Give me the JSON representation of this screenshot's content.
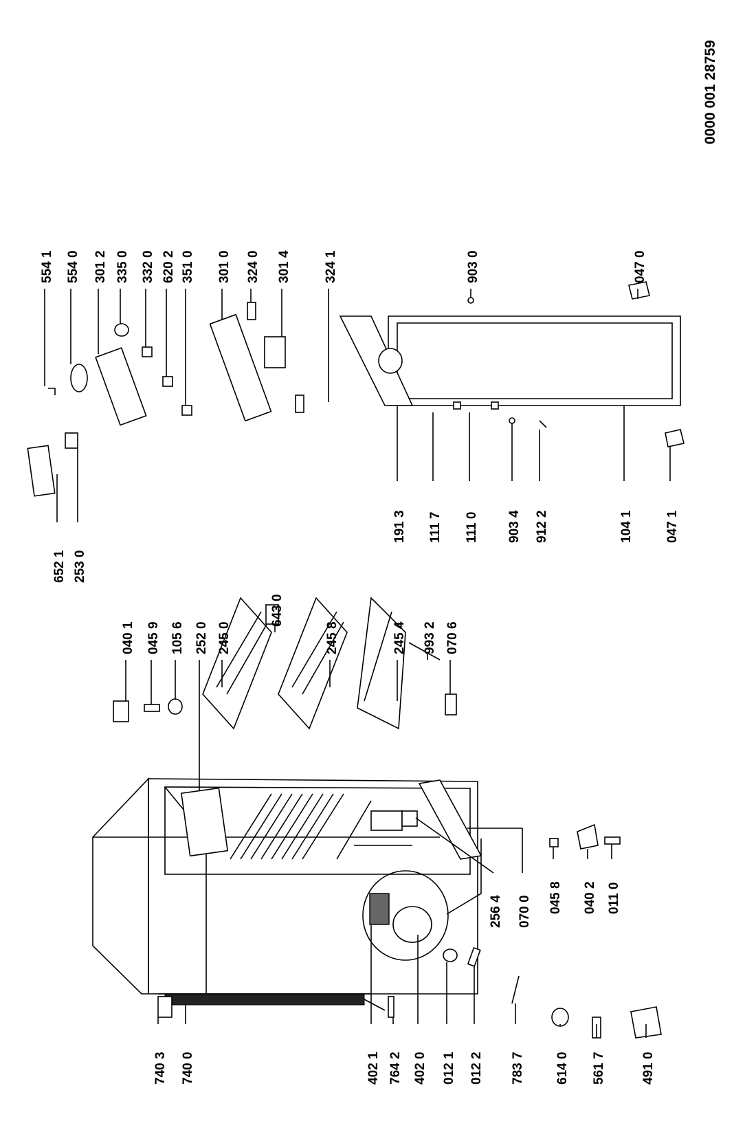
{
  "document_number": "0000 001 28759",
  "parts": {
    "p6521": "652 1",
    "p2530": "253 0",
    "p5541": "554 1",
    "p5540": "554 0",
    "p3012": "301 2",
    "p3350": "335 0",
    "p3320": "332 0",
    "p6202": "620 2",
    "p3510": "351 0",
    "p3010": "301 0",
    "p3240": "324 0",
    "p3014": "301 4",
    "p3241": "324 1",
    "p0401": "040 1",
    "p0459": "045 9",
    "p1056": "105 6",
    "p2520": "252 0",
    "p2450": "245 0",
    "p6430": "643 0",
    "p2458": "245 8",
    "p2454": "245 4",
    "p9932": "993 2",
    "p0706": "070 6",
    "p1913": "191 3",
    "p1117": "111 7",
    "p1110": "111 0",
    "p9034": "903 4",
    "p9122": "912 2",
    "p1041": "104 1",
    "p0471": "047 1",
    "p9030": "903 0",
    "p0470": "047 0",
    "p7403": "740 3",
    "p7400": "740 0",
    "p4021": "402 1",
    "p7642": "764 2",
    "p4020": "402 0",
    "p0121": "012 1",
    "p0122": "012 2",
    "p7837": "783 7",
    "p6140": "614 0",
    "p5617": "561 7",
    "p4910": "491 0",
    "p2564": "256 4",
    "p0700": "070 0",
    "p0458": "045 8",
    "p0402": "040 2",
    "p0110": "011 0"
  }
}
